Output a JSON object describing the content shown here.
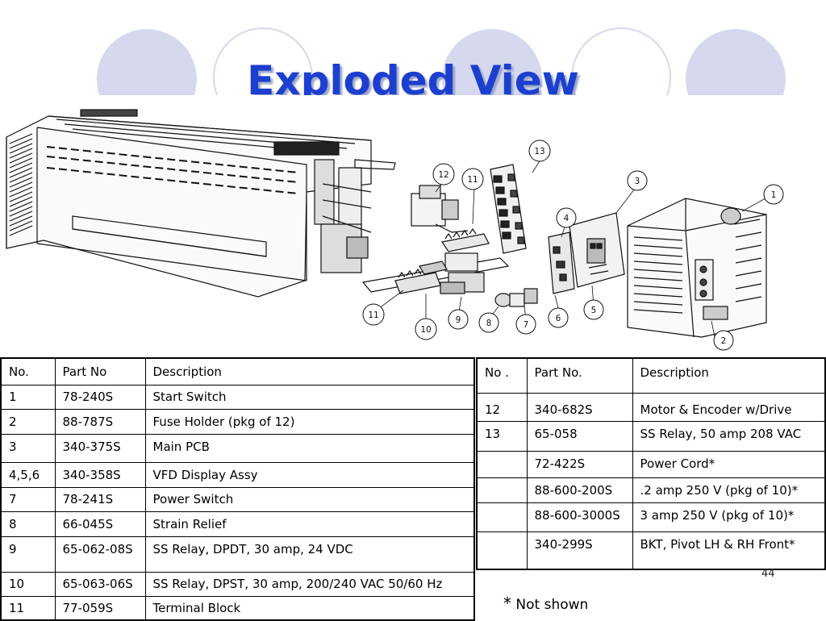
{
  "title": "Exploded View",
  "callouts": [
    "1",
    "2",
    "3",
    "4",
    "5",
    "6",
    "7",
    "8",
    "9",
    "10",
    "11",
    "12",
    "13"
  ],
  "left_table": {
    "headers": [
      "No.",
      "Part No",
      "Description"
    ],
    "rows": [
      [
        "1",
        "78-240S",
        "Start Switch"
      ],
      [
        "2",
        "88-787S",
        "Fuse Holder (pkg of 12)"
      ],
      [
        "3",
        "340-375S",
        "Main PCB"
      ],
      [
        "4,5,6",
        "340-358S",
        "VFD Display Assy"
      ],
      [
        "7",
        "78-241S",
        "Power Switch"
      ],
      [
        "8",
        "66-045S",
        "Strain Relief"
      ],
      [
        "9",
        "65-062-08S",
        "SS Relay, DPDT, 30 amp, 24 VDC"
      ],
      [
        "10",
        "65-063-06S",
        "SS Relay, DPST, 30 amp, 200/240 VAC 50/60 Hz"
      ],
      [
        "11",
        "77-059S",
        "Terminal Block"
      ]
    ]
  },
  "right_table": {
    "headers": [
      "No .",
      "Part No.",
      "Description"
    ],
    "rows": [
      [
        "12",
        "340-682S",
        "Motor & Encoder w/Drive"
      ],
      [
        "13",
        "65-058",
        "SS Relay, 50 amp 208 VAC"
      ],
      [
        "",
        "72-422S",
        "Power Cord*"
      ],
      [
        "",
        "88-600-200S",
        ".2 amp 250 V (pkg of 10)*"
      ],
      [
        "",
        "88-600-3000S",
        "3 amp 250 V (pkg of 10)*"
      ],
      [
        "",
        "340-299S",
        "BKT, Pivot LH & RH Front*"
      ]
    ]
  },
  "page_number": "44",
  "footnote": {
    "star": "*",
    "text": "Not shown"
  },
  "colors": {
    "title": "#1d3fcf",
    "decor": "#d6d9ee"
  }
}
